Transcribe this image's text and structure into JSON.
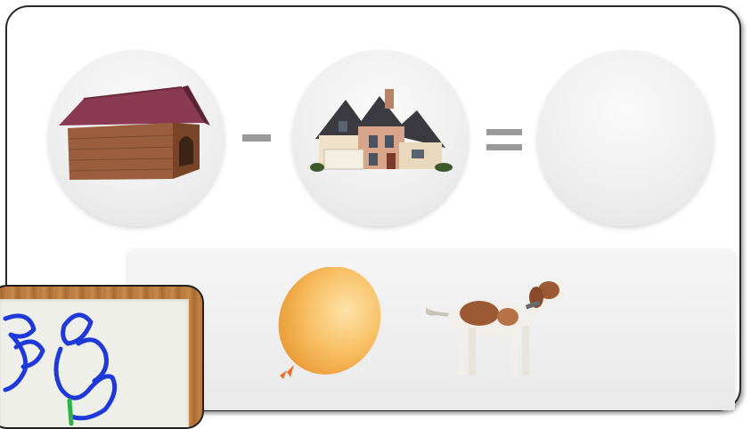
{
  "puzzle": {
    "operand_1": "dog-house",
    "operator_1": "minus",
    "operand_2": "house",
    "operator_2": "equals",
    "answer": ""
  },
  "choices": [
    {
      "name": "balloon"
    },
    {
      "name": "dog"
    }
  ],
  "colors": {
    "panel_border": "#2a2a2a",
    "operator_gray": "#9a9a9a",
    "balloon": "#f6b450",
    "ink_blue": "#1f39d8",
    "ink_green": "#2bb34a",
    "wood": "#c88a49"
  }
}
